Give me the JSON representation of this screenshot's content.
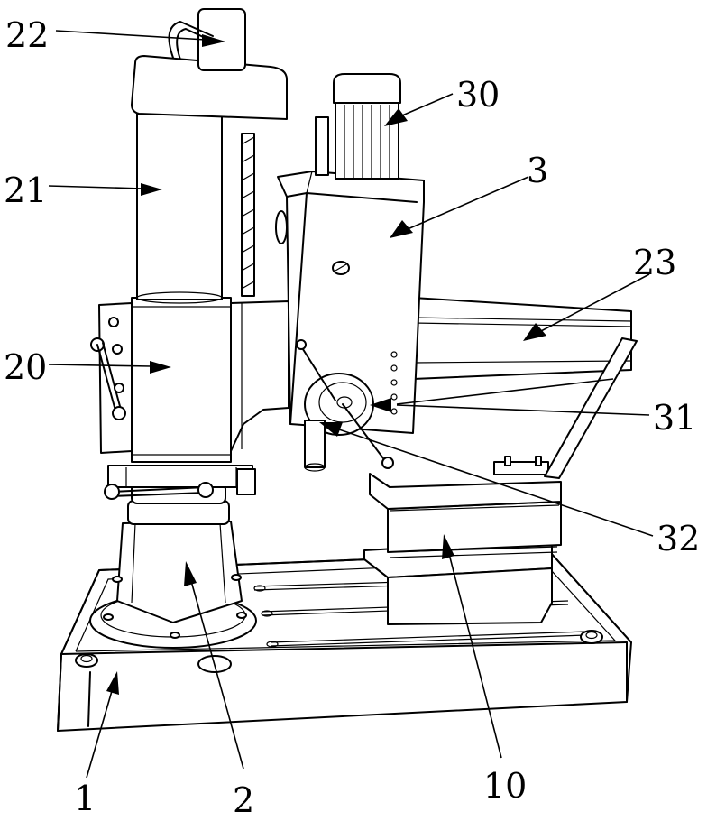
{
  "labels": {
    "l1": "1",
    "l2": "2",
    "l3": "3",
    "l10": "10",
    "l20": "20",
    "l21": "21",
    "l22": "22",
    "l23": "23",
    "l30": "30",
    "l31": "31",
    "l32": "32"
  }
}
